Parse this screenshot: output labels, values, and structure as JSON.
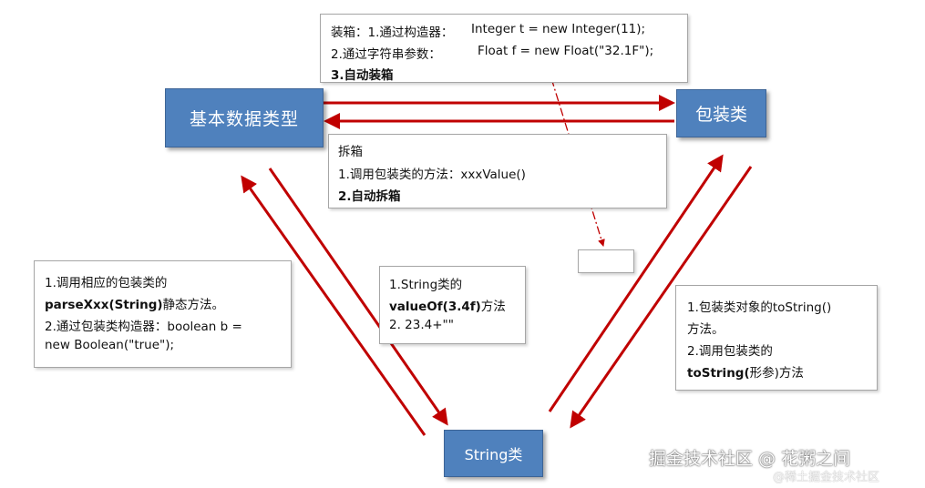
{
  "nodes": {
    "primitive": "基本数据类型",
    "wrapper": "包装类",
    "string": "String类"
  },
  "notes": {
    "boxing": {
      "line1_a": "装箱：1.通过构造器：",
      "line1_b": "Integer t = new Integer(11);",
      "line2_a": "2.通过字符串参数：",
      "line2_b": "Float f = new Float(\"32.1F\");",
      "line3": "3.自动装箱"
    },
    "unboxing": {
      "line1": "拆箱",
      "line2": "1.调用包装类的方法：xxxValue()",
      "line3": "2.自动拆箱"
    },
    "string_to_primitive": {
      "line1": "1.调用相应的包装类的",
      "line2_bold": "parseXxx(String)",
      "line2_rest": "静态方法。",
      "line3": "2.通过包装类构造器：boolean b =",
      "line4": "new Boolean(\"true\");"
    },
    "primitive_to_string": {
      "line1": "1.String类的",
      "line2_bold": "valueOf(3.4f)",
      "line2_rest": "方法",
      "line3": "2. 23.4+\"\""
    },
    "wrapper_to_string": {
      "line1": "1.包装类对象的toString()",
      "line2": "方法。",
      "line3": "2.调用包装类的",
      "line4_bold": "toString(",
      "line4_mid": "形参",
      "line4_end": ")方法"
    }
  },
  "watermark": {
    "main": "掘金技术社区 @ 花粥之间",
    "sub": "@稀土掘金技术社区"
  },
  "colors": {
    "arrow": "#c00000",
    "node_fill": "#4f81bd",
    "node_text": "#ffffff"
  }
}
